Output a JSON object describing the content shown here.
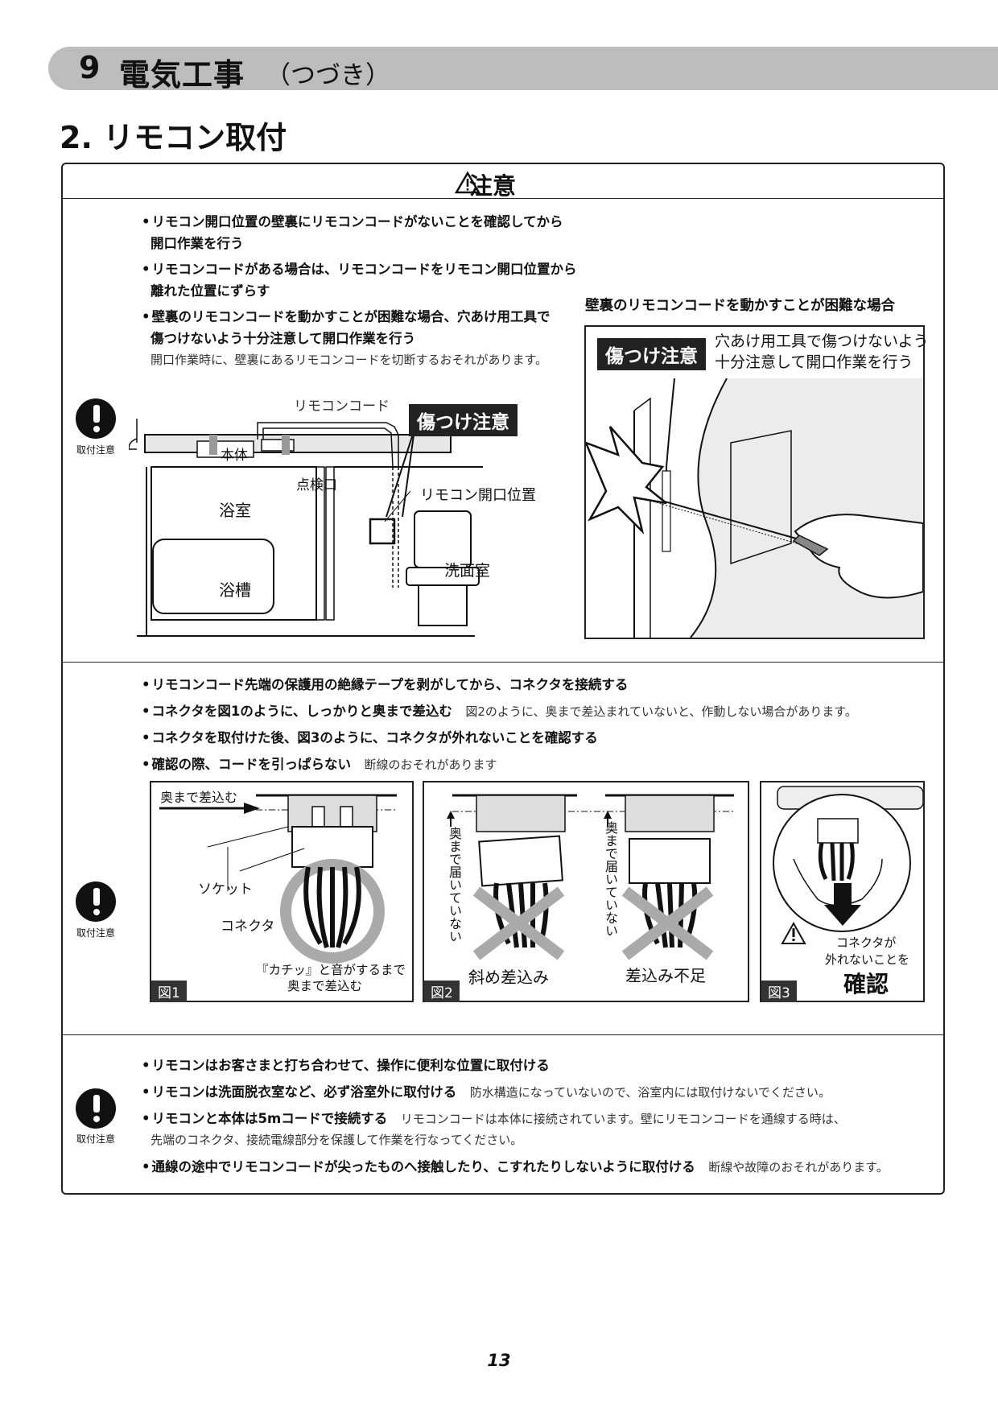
{
  "header": {
    "section_number": "9",
    "section_title": "電気工事",
    "section_sub": "（つづき）",
    "page_title": "2. リモコン取付"
  },
  "caution": {
    "title": "注意"
  },
  "must_label": "取付注意",
  "block1": {
    "items": [
      {
        "main": "リモコン開口位置の壁裏にリモコンコードがないことを確認してから",
        "cont": "開口作業を行う"
      },
      {
        "main": "リモコンコードがある場合は、リモコンコードをリモコン開口位置から",
        "cont": "離れた位置にずらす"
      },
      {
        "main": "壁裏のリモコンコードを動かすことが困難な場合、穴あけ用工具で",
        "cont": "傷つけないよう十分注意して開口作業を行う",
        "note": "開口作業時に、壁裏にあるリモコンコードを切断するおそれがあります。"
      }
    ],
    "diagram": {
      "cord": "リモコンコード",
      "hurt_label": "傷つけ注意",
      "body": "本体",
      "inspection": "点検口",
      "bathroom": "浴室",
      "bathtub": "浴槽",
      "remote_position": "リモコン開口位置",
      "washroom": "洗面室"
    },
    "right": {
      "heading": "壁裏のリモコンコードを動かすことが困難な場合",
      "label": "傷つけ注意",
      "text1": "穴あけ用工具で傷つけないよう",
      "text2": "十分注意して開口作業を行う"
    }
  },
  "block2": {
    "items": [
      {
        "main": "リモコンコード先端の保護用の絶縁テープを剥がしてから、コネクタを接続する"
      },
      {
        "main": "コネクタを図1のように、しっかりと奥まで差込む",
        "note": "図2のように、奥まで差込まれていないと、作動しない場合があります。"
      },
      {
        "main": "コネクタを取付けた後、図3のように、コネクタが外れないことを確認する"
      },
      {
        "main": "確認の際、コードを引っぱらない",
        "note": "断線のおそれがあります"
      }
    ],
    "fig1": {
      "tag": "図1",
      "insert": "奥まで差込む",
      "socket": "ソケット",
      "connector": "コネクタ",
      "caption1": "『カチッ』と音がするまで",
      "caption2": "奥まで差込む"
    },
    "fig2": {
      "tag": "図2",
      "not_reach": "奥まで届いていない",
      "slant": "斜め差込み",
      "short": "差込み不足"
    },
    "fig3": {
      "tag": "図3",
      "text1": "コネクタが",
      "text2": "外れないことを",
      "confirm": "確認"
    }
  },
  "block3": {
    "items": [
      {
        "main": "リモコンはお客さまと打ち合わせて、操作に便利な位置に取付ける"
      },
      {
        "main": "リモコンは洗面脱衣室など、必ず浴室外に取付ける",
        "note": "防水構造になっていないので、浴室内には取付けないでください。"
      },
      {
        "main": "リモコンと本体は5mコードで接続する",
        "note": "リモコンコードは本体に接続されています。壁にリモコンコードを通線する時は、",
        "cont_note": "先端のコネクタ、接続電線部分を保護して作業を行なってください。"
      },
      {
        "main": "通線の途中でリモコンコードが尖ったものへ接触したり、こすれたりしないように取付ける",
        "note": "断線や故障のおそれがあります。"
      }
    ]
  },
  "page_number": "13"
}
